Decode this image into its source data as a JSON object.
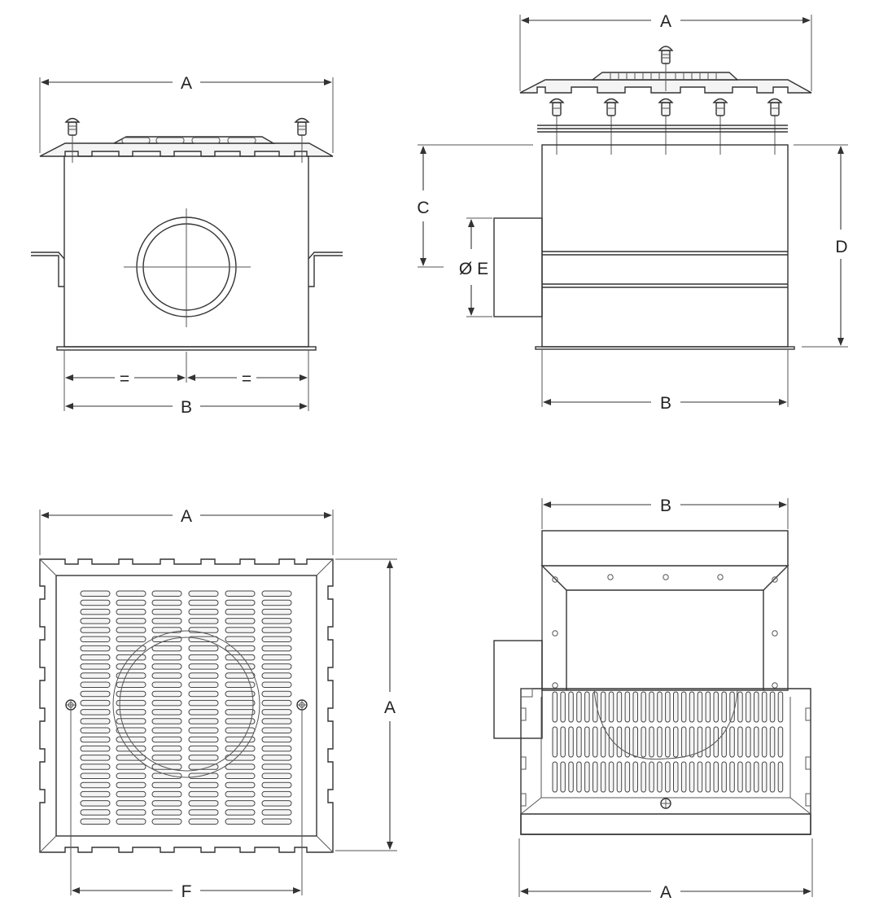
{
  "labels": {
    "A": "A",
    "B": "B",
    "C": "C",
    "D": "D",
    "E": "Ø E",
    "F": "F",
    "eq": "="
  }
}
